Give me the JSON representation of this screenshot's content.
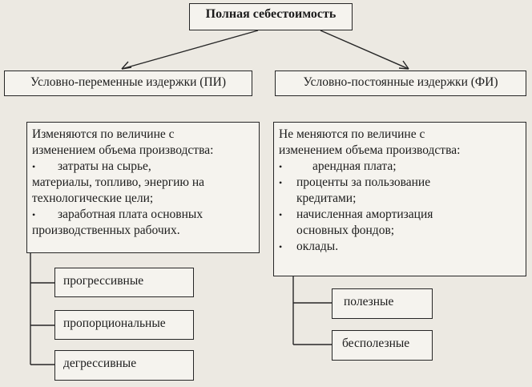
{
  "root": {
    "title": "Полная себестоимость"
  },
  "variable": {
    "title": "Условно-переменные издержки (ПИ)",
    "intro": [
      "Изменяются по величине с",
      "изменением объема производства:"
    ],
    "items": [
      {
        "lines": [
          "затраты на сырье,",
          "материалы, топливо, энергию на",
          "технологические цели;"
        ]
      },
      {
        "lines": [
          "заработная плата основных",
          "производственных рабочих."
        ]
      }
    ],
    "subtypes": [
      "прогрессивные",
      "пропорциональные",
      "дегрессивные"
    ]
  },
  "fixed": {
    "title": "Условно-постоянные издержки (ФИ)",
    "intro": [
      "Не меняются по величине с",
      "изменением объема производства:"
    ],
    "items": [
      {
        "lines": [
          "арендная плата;"
        ]
      },
      {
        "lines": [
          "проценты за пользование",
          "кредитами;"
        ]
      },
      {
        "lines": [
          "начисленная амортизация",
          "основных фондов;"
        ]
      },
      {
        "lines": [
          "оклады."
        ]
      }
    ],
    "subtypes": [
      "полезные",
      "бесполезные"
    ]
  },
  "bullet_symbol": "•"
}
